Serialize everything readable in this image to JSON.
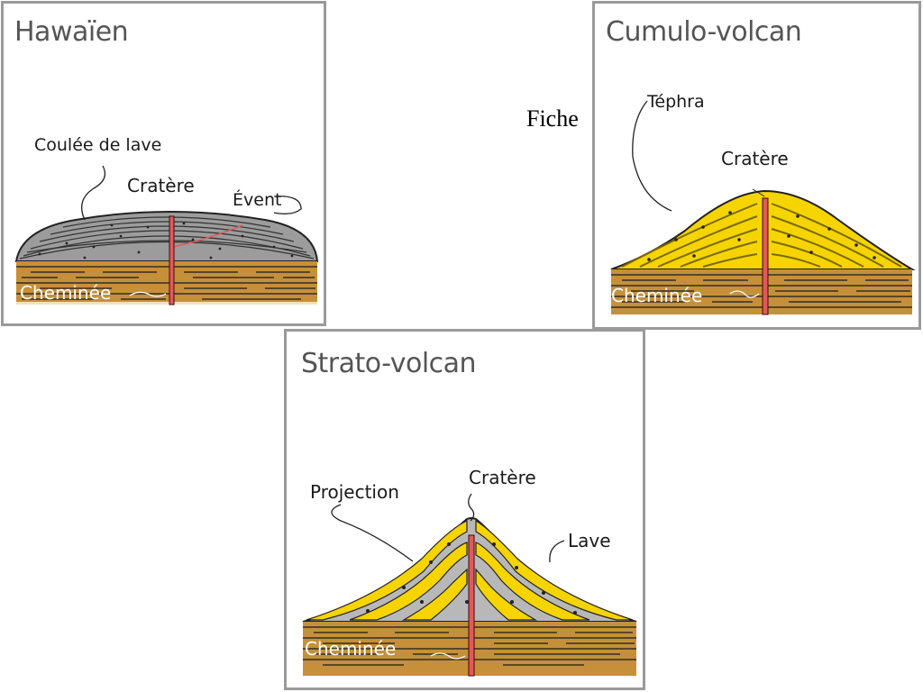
{
  "fiche": "Fiche",
  "colors": {
    "border": "#9a9a9a",
    "ground_brown": "#c6903a",
    "ground_lines": "#1a1a1a",
    "conduit_red": "#e05a5a",
    "lava_grey": "#a8a8a8",
    "tephra_yellow": "#f5d400",
    "tephra_dark": "#c9a800"
  },
  "panels": [
    {
      "title": "Hawaïen",
      "labels": {
        "lava_flow": "Coulée de lave",
        "crater": "Cratère",
        "vent": "Évent",
        "chimney": "Cheminée"
      }
    },
    {
      "title": "Cumulo-volcan",
      "labels": {
        "tephra": "Téphra",
        "crater": "Cratère",
        "chimney": "Cheminée"
      }
    },
    {
      "title": "Strato-volcan",
      "labels": {
        "projection": "Projection",
        "crater": "Cratère",
        "lava": "Lave",
        "chimney": "Cheminée"
      }
    }
  ]
}
